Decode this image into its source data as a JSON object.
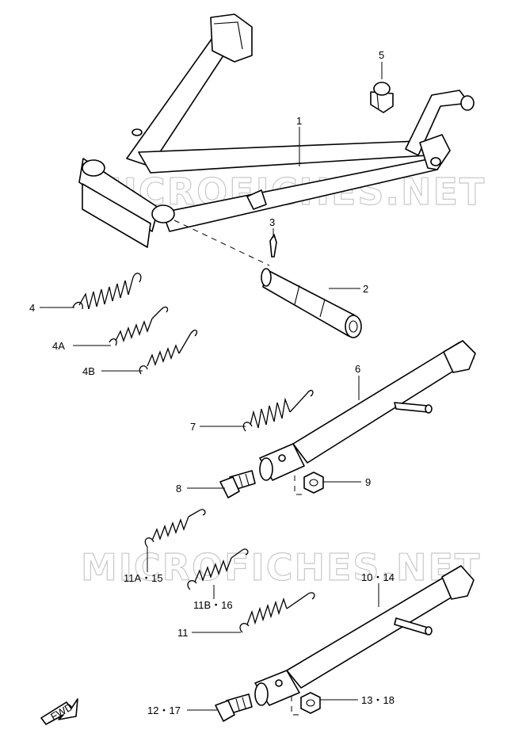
{
  "watermark": "MICROFICHES.NET",
  "fwd_label": "FWD",
  "callouts": {
    "c1": "1",
    "c2": "2",
    "c3": "3",
    "c4": "4",
    "c4a": "4A",
    "c4b": "4B",
    "c5": "5",
    "c6": "6",
    "c7": "7",
    "c8": "8",
    "c9": "9",
    "c10_14": "10・14",
    "c11": "11",
    "c11a_15": "11A・15",
    "c11b_16": "11B・16",
    "c12_17": "12・17",
    "c13_18": "13・18"
  }
}
